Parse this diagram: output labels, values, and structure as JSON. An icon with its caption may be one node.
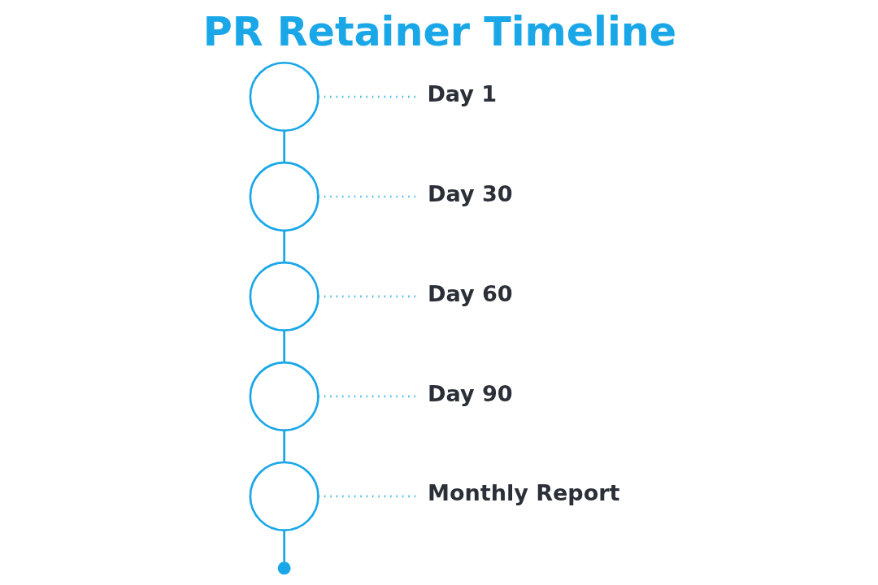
{
  "diagram": {
    "title": "PR Retainer Timeline",
    "nodes": [
      {
        "text": [],
        "shape": "circle"
      },
      {
        "text": [
          "Day 1"
        ]
      },
      {
        "text": [],
        "shape": "circle"
      },
      {
        "text": [
          "Day 30"
        ]
      },
      {
        "text": [],
        "shape": "circle"
      },
      {
        "text": [
          "Day 60"
        ]
      },
      {
        "text": [],
        "shape": "circle"
      },
      {
        "text": [
          "Day 90"
        ]
      },
      {
        "text": [],
        "shape": "circle"
      },
      {
        "text": [
          "Monthly Report"
        ]
      },
      {
        "text": [],
        "shape": "dot"
      }
    ],
    "edges": [
      {
        "from": 0,
        "to": 1,
        "arrow": "none",
        "style": "dashed"
      },
      {
        "from": 0,
        "to": 2,
        "arrow": "none"
      },
      {
        "from": 2,
        "to": 3,
        "arrow": "none",
        "style": "dashed"
      },
      {
        "from": 2,
        "to": 4,
        "arrow": "none"
      },
      {
        "from": 4,
        "to": 5,
        "arrow": "none",
        "style": "dashed"
      },
      {
        "from": 4,
        "to": 6,
        "arrow": "none"
      },
      {
        "from": 6,
        "to": 7,
        "arrow": "none",
        "style": "dashed"
      },
      {
        "from": 6,
        "to": 8,
        "arrow": "none"
      },
      {
        "from": 8,
        "to": 9,
        "arrow": "none",
        "style": "dashed"
      },
      {
        "from": 8,
        "to": 10,
        "arrow": "none"
      }
    ]
  }
}
